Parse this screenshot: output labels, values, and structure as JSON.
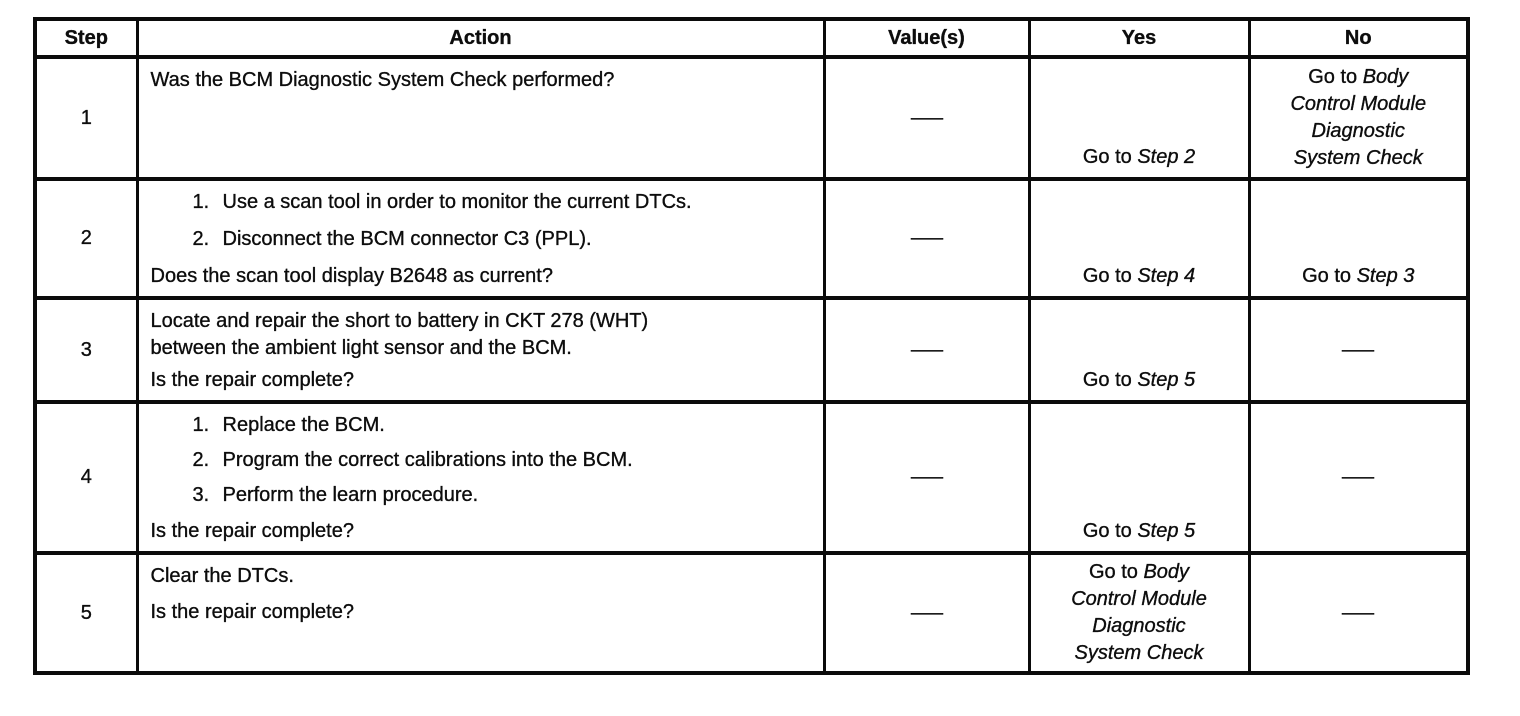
{
  "table": {
    "headers": [
      "Step",
      "Action",
      "Value(s)",
      "Yes",
      "No"
    ],
    "rows": [
      {
        "step": "1",
        "intro": "Was the BCM Diagnostic System Check performed?",
        "value": "—",
        "yes": {
          "prefix": "Go to ",
          "target": "Step 2"
        },
        "no": {
          "prefix": "Go to ",
          "target": "Body Control Module Diagnostic System Check"
        }
      },
      {
        "step": "2",
        "items": [
          {
            "num": "1.",
            "text": "Use a scan tool in order to monitor the current DTCs."
          },
          {
            "num": "2.",
            "text": "Disconnect the BCM connector C3 (PPL)."
          }
        ],
        "question": "Does the scan tool display B2648 as current?",
        "value": "—",
        "yes": {
          "prefix": "Go to ",
          "target": "Step 4"
        },
        "no": {
          "prefix": "Go to ",
          "target": "Step 3"
        }
      },
      {
        "step": "3",
        "intro": "Locate and repair the short to battery in CKT 278 (WHT) between the ambient light sensor and the BCM.",
        "question": "Is the repair complete?",
        "value": "—",
        "yes": {
          "prefix": "Go to ",
          "target": "Step 5"
        },
        "no_dash": "—"
      },
      {
        "step": "4",
        "items": [
          {
            "num": "1.",
            "text": "Replace the BCM."
          },
          {
            "num": "2.",
            "text": "Program the correct calibrations into the BCM."
          },
          {
            "num": "3.",
            "text": "Perform the learn procedure."
          }
        ],
        "question": "Is the repair complete?",
        "value": "—",
        "yes": {
          "prefix": "Go to ",
          "target": "Step 5"
        },
        "no_dash": "—"
      },
      {
        "step": "5",
        "intro": "Clear the DTCs.",
        "question": "Is the repair complete?",
        "value": "—",
        "yes": {
          "prefix": "Go to ",
          "target": "Body Control Module Diagnostic System Check"
        },
        "no_dash": "—"
      }
    ]
  }
}
